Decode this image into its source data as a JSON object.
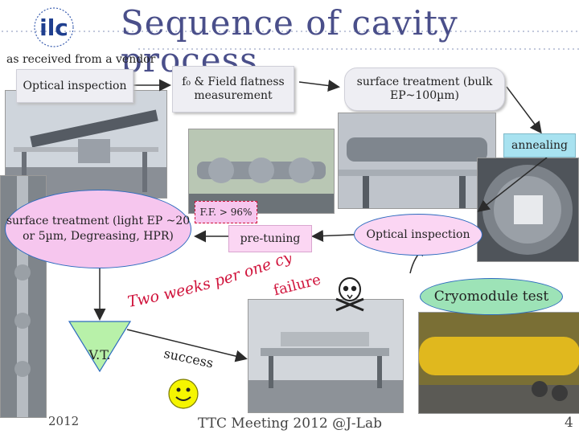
{
  "slide": {
    "title": "Sequence of cavity process",
    "subtitle": "as received from a vendor",
    "footer": "TTC Meeting 2012 @J-Lab",
    "footer_left": "2012",
    "page_number": "4",
    "logo_text": "ilc"
  },
  "steps": {
    "optical_inspection_1": "Optical inspection",
    "f0_field_flatness": "f₀ & Field flatness measurement",
    "surface_bulk": "surface treatment (bulk EP~100µm)",
    "annealing": "annealing",
    "surface_light": "surface treatment (light EP ~20 or 5µm, Degreasing, HPR)",
    "ff_badge": "F.F. > 96%",
    "pre_tuning": "pre-tuning",
    "optical_inspection_2": "Optical inspection",
    "cryomodule_test": "Cryomodule test",
    "vt": "V.T."
  },
  "labels": {
    "two_weeks": "Two weeks per one cycle",
    "failure": "failure",
    "success": "success"
  },
  "colors": {
    "title": "#4a4f8a",
    "accent_red": "#d0143c",
    "oval_fill": "#f6c6ee",
    "triangle_fill": "#b8f1a9",
    "cryo_fill": "#9de3b7",
    "annealing_fill": "#a8e2f0",
    "smiley": "#f5f500"
  },
  "icons": {
    "skull": "skull-crossbones-icon",
    "smiley": "smiley-face-icon"
  }
}
